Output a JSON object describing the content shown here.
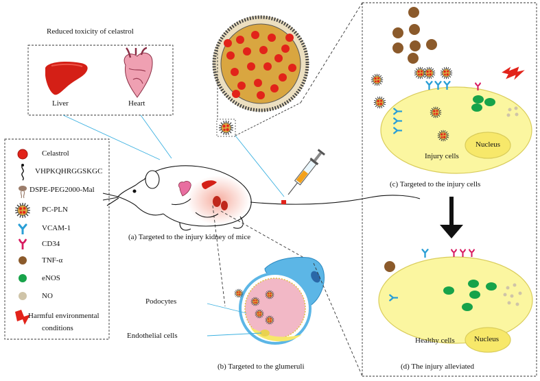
{
  "top_left": {
    "title": "Reduced toxicity of celastrol",
    "organs": [
      {
        "name": "liver-organ",
        "label": "Liver"
      },
      {
        "name": "heart-organ",
        "label": "Heart"
      }
    ]
  },
  "legend": {
    "items": [
      {
        "icon": "celastrol-icon",
        "label": "Celastrol",
        "color": "#e2231a"
      },
      {
        "icon": "peptide-icon",
        "label": "VHPKQHRGGSKGC",
        "color": "#111111"
      },
      {
        "icon": "dspe-peg-icon",
        "label": "DSPE-PEG2000-Mal",
        "color": "#8a7060"
      },
      {
        "icon": "pc-pln-icon",
        "label": "PC-PLN",
        "color": "#3a3a3a"
      },
      {
        "icon": "vcam1-icon",
        "label": "VCAM-1",
        "color": "#2a9fd6"
      },
      {
        "icon": "cd34-icon",
        "label": "CD34",
        "color": "#d81b60"
      },
      {
        "icon": "tnf-alpha-icon",
        "label": "TNF-α",
        "color": "#8b5a2b"
      },
      {
        "icon": "enos-icon",
        "label": "eNOS",
        "color": "#17a34a"
      },
      {
        "icon": "no-icon",
        "label": "NO",
        "color": "#cfc4a8"
      }
    ],
    "harmful_line1": "Harmful environmental",
    "harmful_line2": "conditions",
    "harmful_color": "#e2231a"
  },
  "panels": {
    "a_caption": "(a) Targeted to the injury kidney of mice",
    "b_caption": "(b) Targeted to the glumeruli",
    "c_caption": "(c) Targeted to the injury cells",
    "d_caption": "(d) The injury alleviated"
  },
  "glomerulus": {
    "podocytes_label": "Podocytes",
    "endothelial_label": "Endothelial cells"
  },
  "cells": {
    "injury_label": "Injury cells",
    "injury_nucleus": "Nucleus",
    "healthy_label": "Healthy cells",
    "healthy_nucleus": "Nucleus",
    "cell_fill": "#fbf6a0",
    "cell_stroke": "#d9cc5a"
  }
}
